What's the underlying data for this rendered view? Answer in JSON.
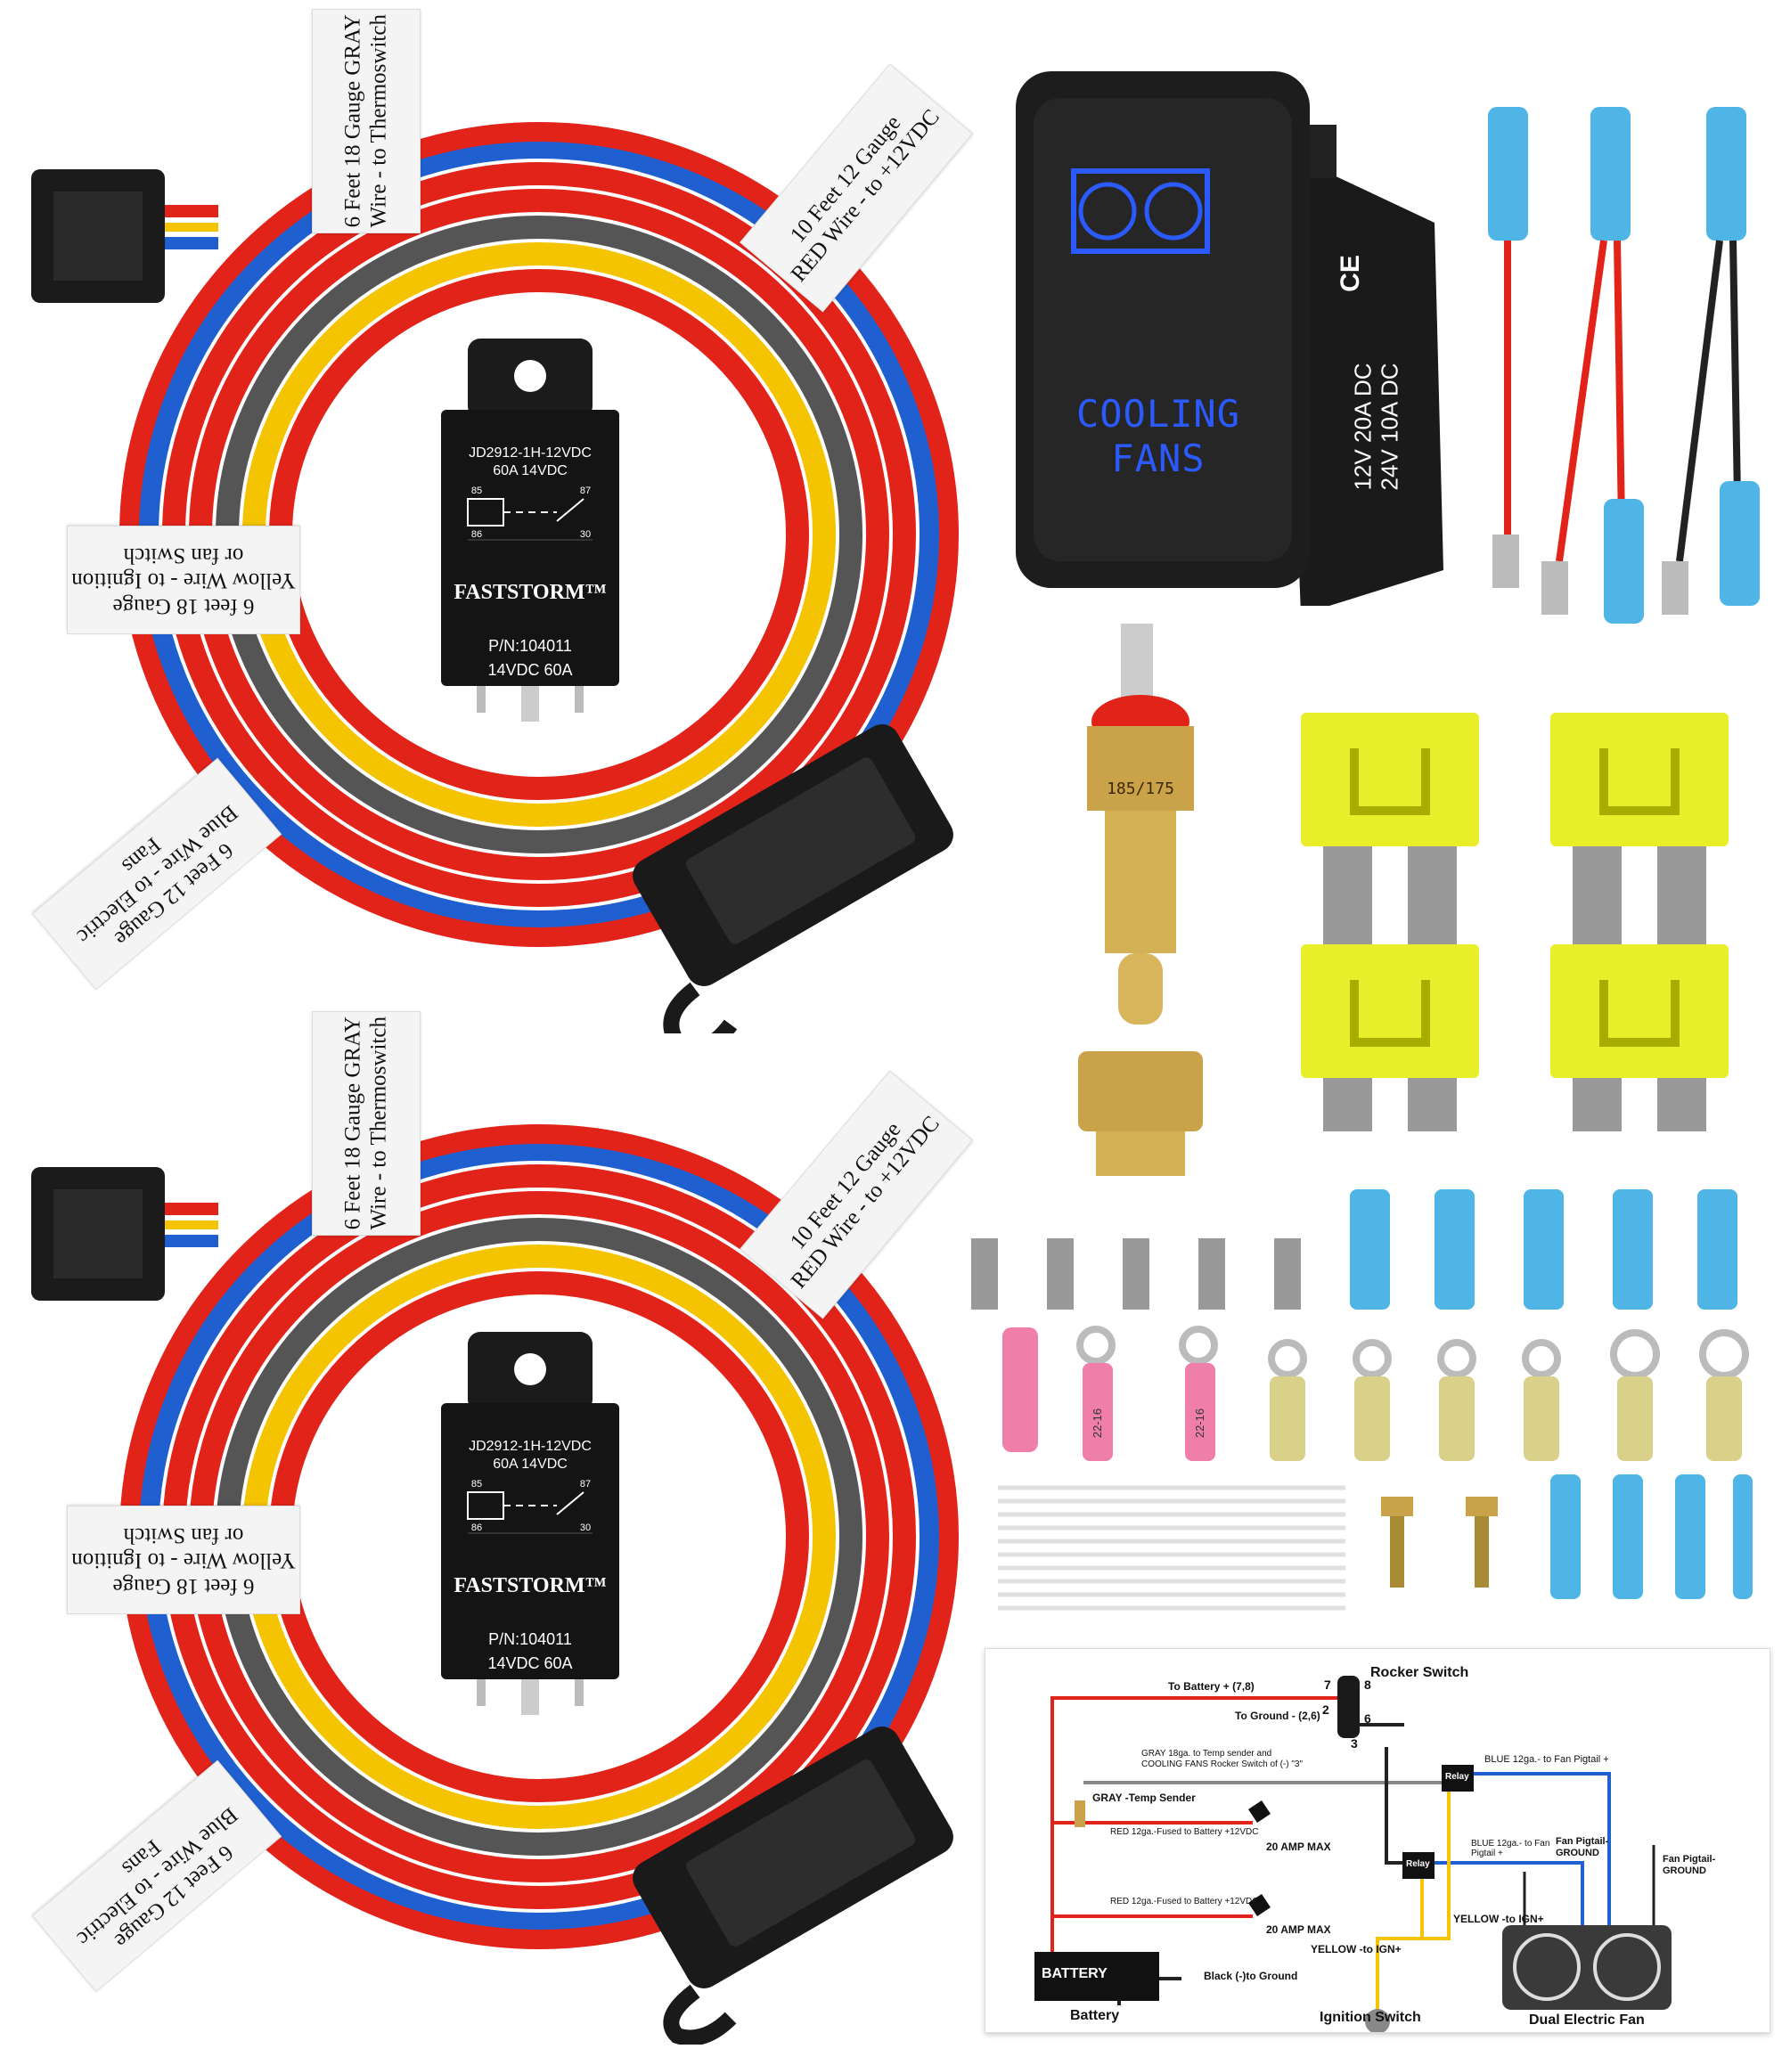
{
  "harness_labels": {
    "gray_line1": "6 Feet 18 Gauge GRAY",
    "gray_line2": "Wire - to Thermoswitch",
    "red_line1": "10 Feet 12 Gauge",
    "red_line2": "RED Wire - to +12VDC",
    "yellow_line1": "6 feet 18 Gauge",
    "yellow_line2": "Yellow Wire - to Ignition",
    "yellow_line3": "or fan Switch",
    "blue_line1": "6 Feet 12 Gauge",
    "blue_line2": "Blue Wire - to Electric Fans"
  },
  "relay": {
    "model": "JD2912-1H-12VDC",
    "rating": "60A  14VDC",
    "pin85": "85",
    "pin86": "86",
    "pin87": "87",
    "pin30": "30",
    "brand": "FASTSTORM™",
    "part_number": "P/N:104011",
    "spec": "14VDC 60A"
  },
  "rocker_switch": {
    "line1": "COOLING",
    "line2": "FANS",
    "ce_mark": "CE",
    "rating_a": "12V  20A DC",
    "rating_b": "24V  10A DC"
  },
  "thermo_switch": {
    "temp": "185/175"
  },
  "terminals": {
    "pink_ring_a": "22-16",
    "pink_ring_b": "22-16"
  },
  "diagram": {
    "rocker_switch": "Rocker Switch",
    "to_battery": "To Battery + (7,8)",
    "to_ground": "To Ground - (2,6)",
    "pin7": "7",
    "pin8": "8",
    "pin2": "2",
    "pin6": "6",
    "pin3": "3",
    "gray_note_1": "GRAY 18ga. to Temp sender and",
    "gray_note_2": "COOLING FANS Rocker Switch of (-) \"3\"",
    "blue_top": "BLUE 12ga.- to Fan Pigtail +",
    "gray_temp": "GRAY -Temp Sender",
    "red_fused_1": "RED 12ga.-Fused to Battery +12VDC",
    "amp_1": "20 AMP MAX",
    "relay_1": "Relay",
    "relay_2": "Relay",
    "blue_mid_1": "BLUE 12ga.- to Fan",
    "blue_mid_2": "Pigtail +",
    "fan_ground_1": "Fan Pigtail-",
    "fan_ground_1b": "GROUND",
    "fan_ground_2": "Fan Pigtail-",
    "fan_ground_2b": "GROUND",
    "red_fused_2": "RED 12ga.-Fused to Battery +12VDC",
    "amp_2": "20 AMP MAX",
    "yellow_1": "YELLOW -to IGN+",
    "yellow_2": "YELLOW -to IGN+",
    "black_ground": "Black (-)to Ground",
    "battery_box": "BATTERY",
    "battery_caption": "Battery",
    "ignition_caption": "Ignition Switch",
    "fan_caption": "Dual Electric Fan"
  },
  "colors": {
    "red_wire": "#e2231a",
    "blue_wire": "#1f5fd0",
    "yellow_wire": "#f5c400",
    "gray_wire": "#555555",
    "fuse_yellow": "#e9ee2a",
    "switch_blue": "#2b5bff",
    "terminal_blue": "#4fb4e6",
    "brass": "#c9a24a"
  }
}
